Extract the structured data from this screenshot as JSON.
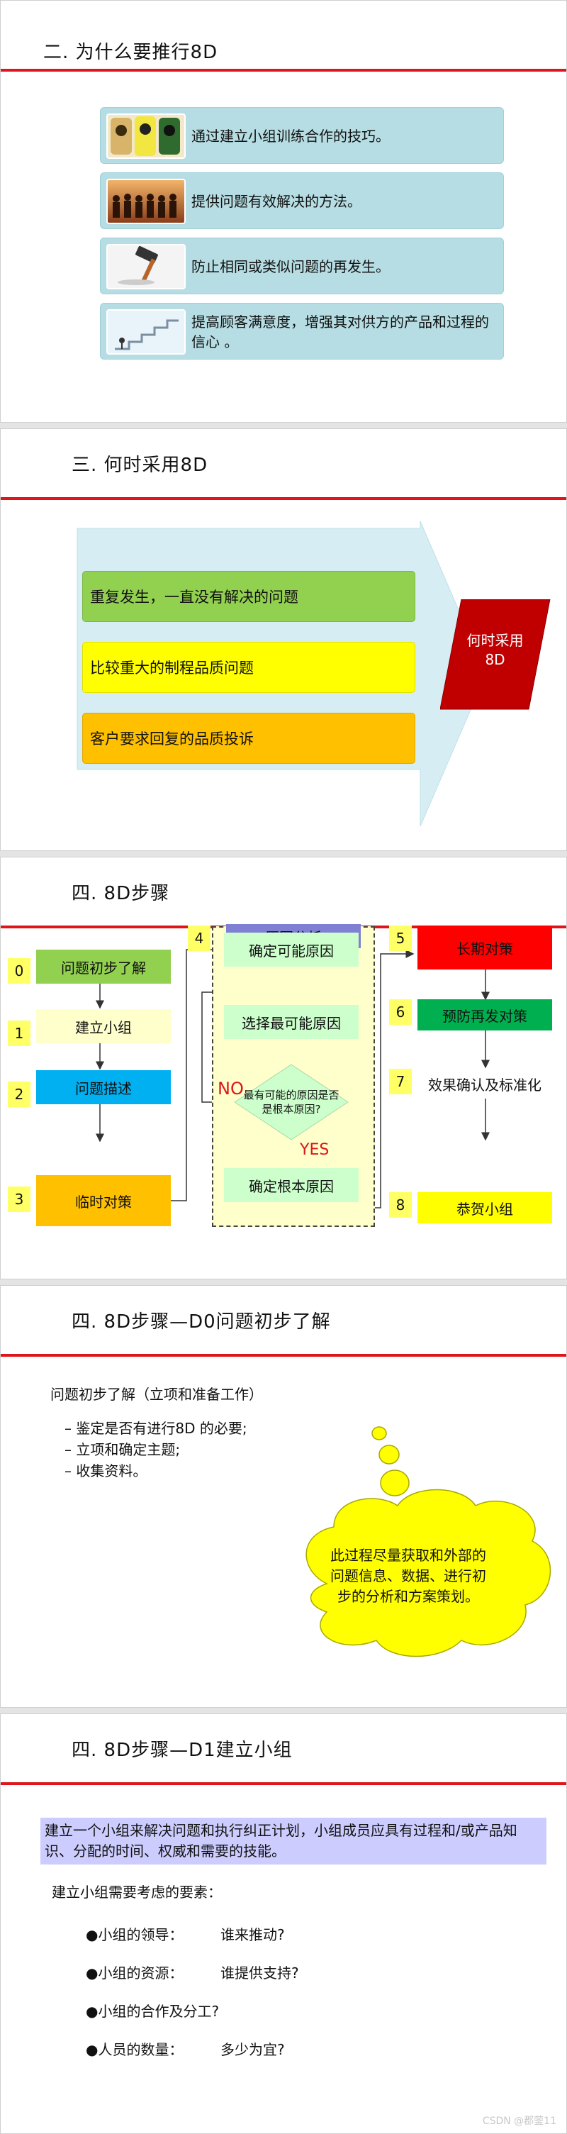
{
  "slide1": {
    "title": "二. 为什么要推行8D",
    "reasons": [
      {
        "text": "通过建立小组训练合作的技巧。",
        "icon": "phones-photo-icon"
      },
      {
        "text": "提供问题有效解决的方法。",
        "icon": "team-silhouette-icon"
      },
      {
        "text": "防止相同或类似问题的再发生。",
        "icon": "hammer-icon"
      },
      {
        "text": "提高顾客满意度，增强其对供方的产品和过程的信心 。",
        "icon": "stairs-climb-icon"
      }
    ]
  },
  "slide2": {
    "title": "三.  何时采用8D",
    "items": [
      {
        "text": "重复发生，一直没有解决的问题",
        "color": "#92d050"
      },
      {
        "text": "比较重大的制程品质问题",
        "color": "#ffff00"
      },
      {
        "text": "客户要求回复的品质投诉",
        "color": "#ffc000"
      }
    ],
    "target": "何时采用8D",
    "arrow_color": "#d6eef3",
    "target_color": "#c00000"
  },
  "slide3": {
    "title": "四.  8D步骤",
    "group_label": "原因分析",
    "left_steps": [
      {
        "num": "0",
        "label": "问题初步了解",
        "color": "#92d050"
      },
      {
        "num": "1",
        "label": "建立小组",
        "color": "#ffffcc"
      },
      {
        "num": "2",
        "label": "问题描述",
        "color": "#00b0f0"
      },
      {
        "num": "3",
        "label": "临时对策",
        "color": "#ffc000"
      }
    ],
    "mid_num": "4",
    "mid_steps": [
      "确定可能原因",
      "选择最可能原因",
      "确定根本原因"
    ],
    "decision": "最有可能的原因是否是根本原因?",
    "no_label": "NO",
    "yes_label": "YES",
    "right_steps": [
      {
        "num": "5",
        "label": "长期对策",
        "color": "#ff0000"
      },
      {
        "num": "6",
        "label": "预防再发对策",
        "color": "#00b050"
      },
      {
        "num": "7",
        "label": "效果确认及标准化",
        "color": "#ffffff"
      },
      {
        "num": "8",
        "label": "恭贺小组",
        "color": "#ffff00"
      }
    ]
  },
  "slide4": {
    "title": "四.  8D步骤—D0问题初步了解",
    "heading": "问题初步了解（立项和准备工作）",
    "bullets": [
      "–  鉴定是否有进行8D 的必要;",
      "–  立项和确定主题;",
      "–  收集资料。"
    ],
    "cloud_text": "此过程尽量获取和外部的问题信息、数据、进行初步的分析和方案策划。"
  },
  "slide5": {
    "title": "四.  8D步骤—D1建立小组",
    "banner": "建立一个小组来解决问题和执行纠正计划，小组成员应具有过程和/或产品知识、分配的时间、权威和需要的技能。",
    "subheading": "建立小组需要考虑的要素：",
    "factors": [
      {
        "label": "●小组的领导：",
        "q": "谁来推动?"
      },
      {
        "label": "●小组的资源：",
        "q": "谁提供支持?"
      },
      {
        "label": "●小组的合作及分工?",
        "q": ""
      },
      {
        "label": "●人员的数量：",
        "q": "多少为宜?"
      }
    ],
    "watermark": "CSDN @郡蓥11"
  }
}
